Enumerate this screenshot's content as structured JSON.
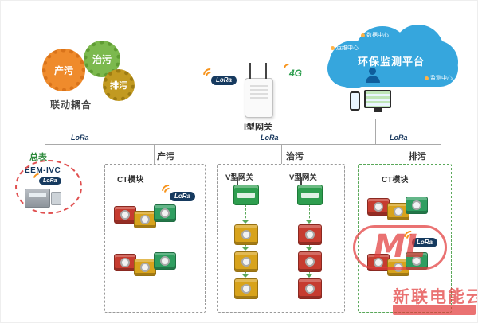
{
  "colors": {
    "accent_orange": "#ef8b2c",
    "accent_green": "#2e9e4f",
    "accent_red": "#c63c30",
    "accent_yellow": "#d8a31c",
    "cloud_blue": "#36a6dd",
    "lora_navy": "#163a5f",
    "watermark_red": "#e23c3c"
  },
  "gears": {
    "g1": "产污",
    "g2": "治污",
    "g3": "排污",
    "caption": "联动耦合"
  },
  "gateway": {
    "label": "I型网关",
    "lora": "LoRa",
    "net": "4G"
  },
  "cloud": {
    "platform": "环保监测平台",
    "node_top": "数据中心",
    "node_left": "运维中心",
    "node_right": "监测中心"
  },
  "bus": {
    "left": "LoRa",
    "mid": "LoRa",
    "right": "LoRa"
  },
  "meter": {
    "caption": "总表",
    "model": "EEM-IVC",
    "lora": "LoRa"
  },
  "zones": {
    "produce": {
      "label": "产污",
      "module": "CT模块",
      "lora": "LoRa"
    },
    "treat": {
      "label": "治污",
      "gw_left": "V型网关",
      "gw_right": "V型网关"
    },
    "discharge": {
      "label": "排污",
      "module": "CT模块",
      "lora": "LoRa"
    }
  },
  "watermark": {
    "logo": "ML",
    "brand": "新联电能云"
  }
}
